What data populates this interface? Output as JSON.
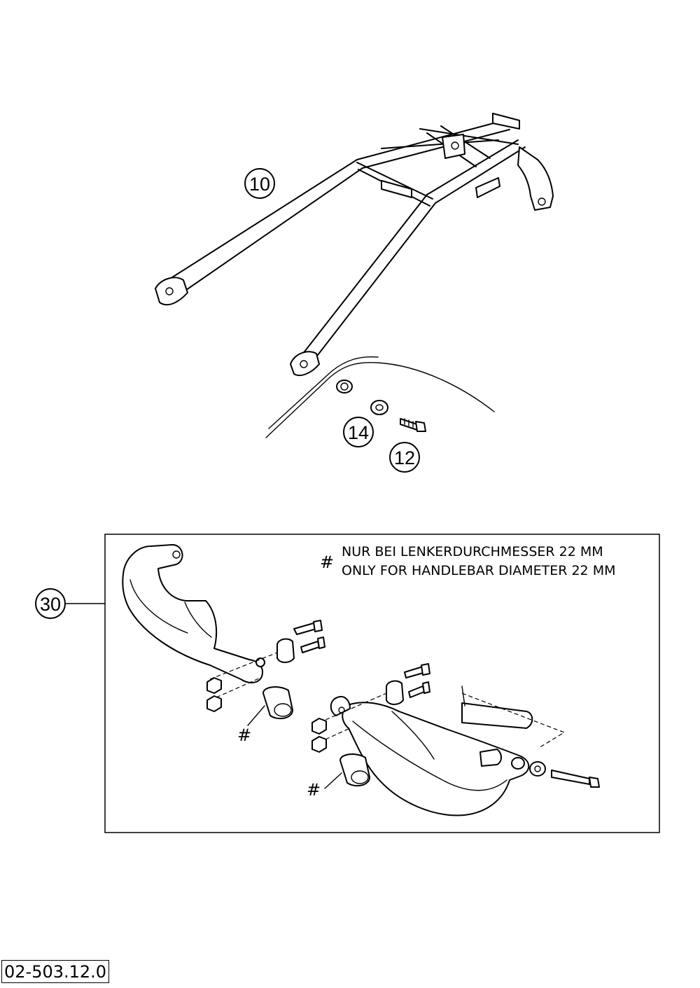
{
  "callouts": {
    "carrier": "10",
    "screw": "12",
    "washer": "14",
    "handguard_kit": "30"
  },
  "note": {
    "marker": "#",
    "line_de": "NUR BEI LENKERDURCHMESSER 22 MM",
    "line_en": "ONLY FOR HANDLEBAR DIAMETER 22 MM"
  },
  "hash_markers": [
    "#",
    "#"
  ],
  "diagram_code": "02-503.12.0"
}
